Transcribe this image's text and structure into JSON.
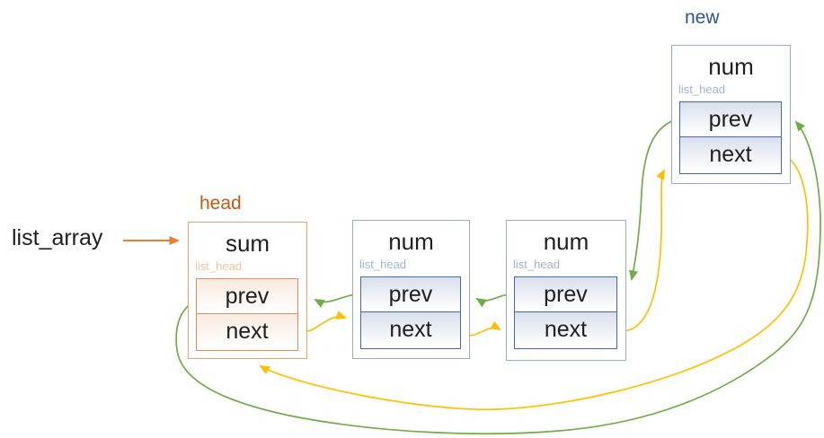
{
  "labels": {
    "list_array": "list_array"
  },
  "nodes": {
    "head": {
      "tag": "head",
      "title": "sum",
      "struct_label": "list_head",
      "fields": [
        "prev",
        "next"
      ]
    },
    "mid1": {
      "title": "num",
      "struct_label": "list_head",
      "fields": [
        "prev",
        "next"
      ]
    },
    "mid2": {
      "title": "num",
      "struct_label": "list_head",
      "fields": [
        "prev",
        "next"
      ]
    },
    "new_node": {
      "tag": "new",
      "title": "num",
      "struct_label": "list_head",
      "fields": [
        "prev",
        "next"
      ]
    }
  },
  "colors": {
    "prev_arrow_green": "#70AD47",
    "next_arrow_yellow": "#FFC000",
    "pointer_arrow_orange": "#ED7D31",
    "blue_node_border": "#97ABD7",
    "blue_inner_border": "#48689E",
    "orange_node_border": "#EDA26B",
    "orange_inner_border": "#DC8E60",
    "head_tag_color": "#C45911",
    "new_tag_color": "#2F5496",
    "text_color": "#1f1f1f"
  },
  "arrows": [
    {
      "from": "list_array",
      "to": "head",
      "color": "orange"
    },
    {
      "from": "head.next",
      "to": "mid1",
      "color": "yellow"
    },
    {
      "from": "mid1.next",
      "to": "mid2",
      "color": "yellow"
    },
    {
      "from": "mid2.next",
      "to": "new_node",
      "color": "yellow"
    },
    {
      "from": "new_node.next",
      "to": "head",
      "color": "yellow"
    },
    {
      "from": "mid1.prev",
      "to": "head",
      "color": "green"
    },
    {
      "from": "mid2.prev",
      "to": "mid1",
      "color": "green"
    },
    {
      "from": "new_node.prev",
      "to": "mid2",
      "color": "green"
    },
    {
      "from": "head.prev",
      "to": "new_node",
      "color": "green"
    }
  ]
}
